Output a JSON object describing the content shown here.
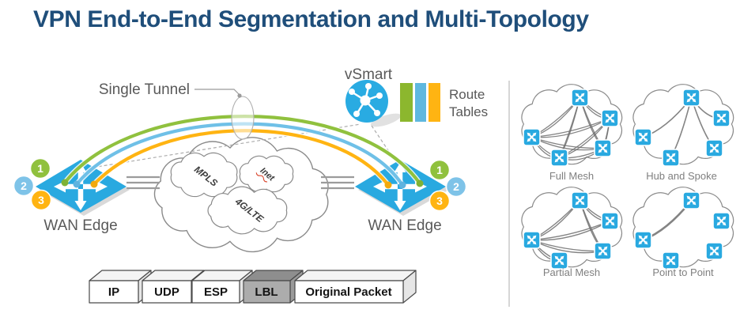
{
  "title": "VPN End-to-End Segmentation and Multi-Topology",
  "left": {
    "single_tunnel": "Single Tunnel",
    "vsmart": "vSmart",
    "route_tables": [
      "Route",
      "Tables"
    ],
    "wan_edge": "WAN Edge",
    "vpn_ids": [
      "1",
      "2",
      "3"
    ],
    "transports": [
      "MPLS",
      "Inet",
      "4G/LTE"
    ]
  },
  "packet": {
    "segments": [
      "IP",
      "UDP",
      "ESP",
      "LBL",
      "Original Packet"
    ],
    "highlighted": "LBL"
  },
  "topologies": [
    {
      "label": "Full Mesh"
    },
    {
      "label": "Hub and Spoke"
    },
    {
      "label": "Partial Mesh"
    },
    {
      "label": "Point to Point"
    }
  ],
  "colors": {
    "title": "#1F4E7A",
    "vpn1_green": "#90C13E",
    "vpn2_blue": "#6FC0E7",
    "vpn3_orange": "#FFB412",
    "edge_router_blue": "#29A9E0",
    "label_gray": "#595959"
  }
}
